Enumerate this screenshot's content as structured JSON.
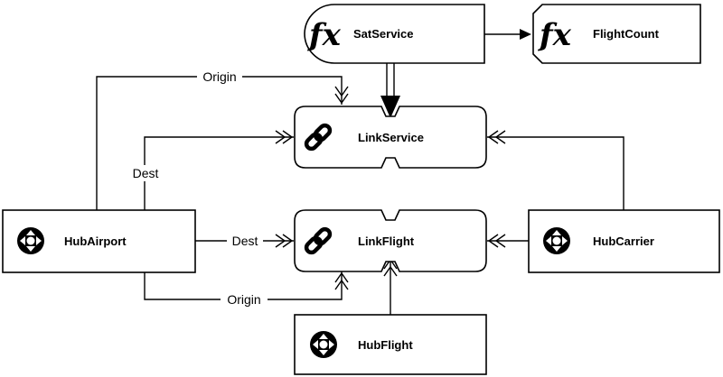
{
  "nodes": {
    "sat_service": {
      "label": "SatService",
      "icon": "function-icon"
    },
    "flight_count": {
      "label": "FlightCount",
      "icon": "function-icon"
    },
    "link_service": {
      "label": "LinkService",
      "icon": "chain-link-icon"
    },
    "link_flight": {
      "label": "LinkFlight",
      "icon": "chain-link-icon"
    },
    "hub_airport": {
      "label": "HubAirport",
      "icon": "hub-icon"
    },
    "hub_carrier": {
      "label": "HubCarrier",
      "icon": "hub-icon"
    },
    "hub_flight": {
      "label": "HubFlight",
      "icon": "hub-icon"
    }
  },
  "edge_labels": {
    "origin_service": "Origin",
    "dest_service": "Dest",
    "dest_flight": "Dest",
    "origin_flight": "Origin"
  },
  "icon_glyphs": {
    "fx": "fx"
  }
}
